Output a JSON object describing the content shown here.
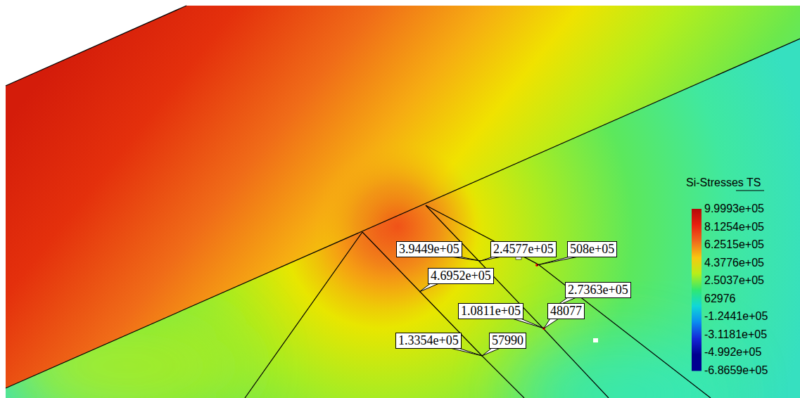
{
  "diagram": {
    "labels": [
      "Si-Stresses TS",
      "3.9449e+05",
      "2.4577e+05",
      "508e+05",
      "4.6952e+05",
      "2.7363e+05",
      "1.0811e+05",
      "48077",
      "1.3354e+05",
      "57990"
    ],
    "legend": [
      {
        "text": "9.9993e+05",
        "color": "#b40a0a"
      },
      {
        "text": "8.1254e+05",
        "color": "#e82010"
      },
      {
        "text": "6.2515e+05",
        "color": "#f06a1c"
      },
      {
        "text": "4.3776e+05",
        "color": "#f8c810"
      },
      {
        "text": "2.5037e+05",
        "color": "#b8ee18"
      },
      {
        "text": "62976",
        "color": "#30e870"
      },
      {
        "text": "-1.2441e+05",
        "color": "#10d8d8"
      },
      {
        "text": "-3.1181e+05",
        "color": "#0a8cf0"
      },
      {
        "text": "-4.992e+05",
        "color": "#1428d8"
      },
      {
        "text": "-6.8659e+05",
        "color": "#000090"
      }
    ]
  }
}
